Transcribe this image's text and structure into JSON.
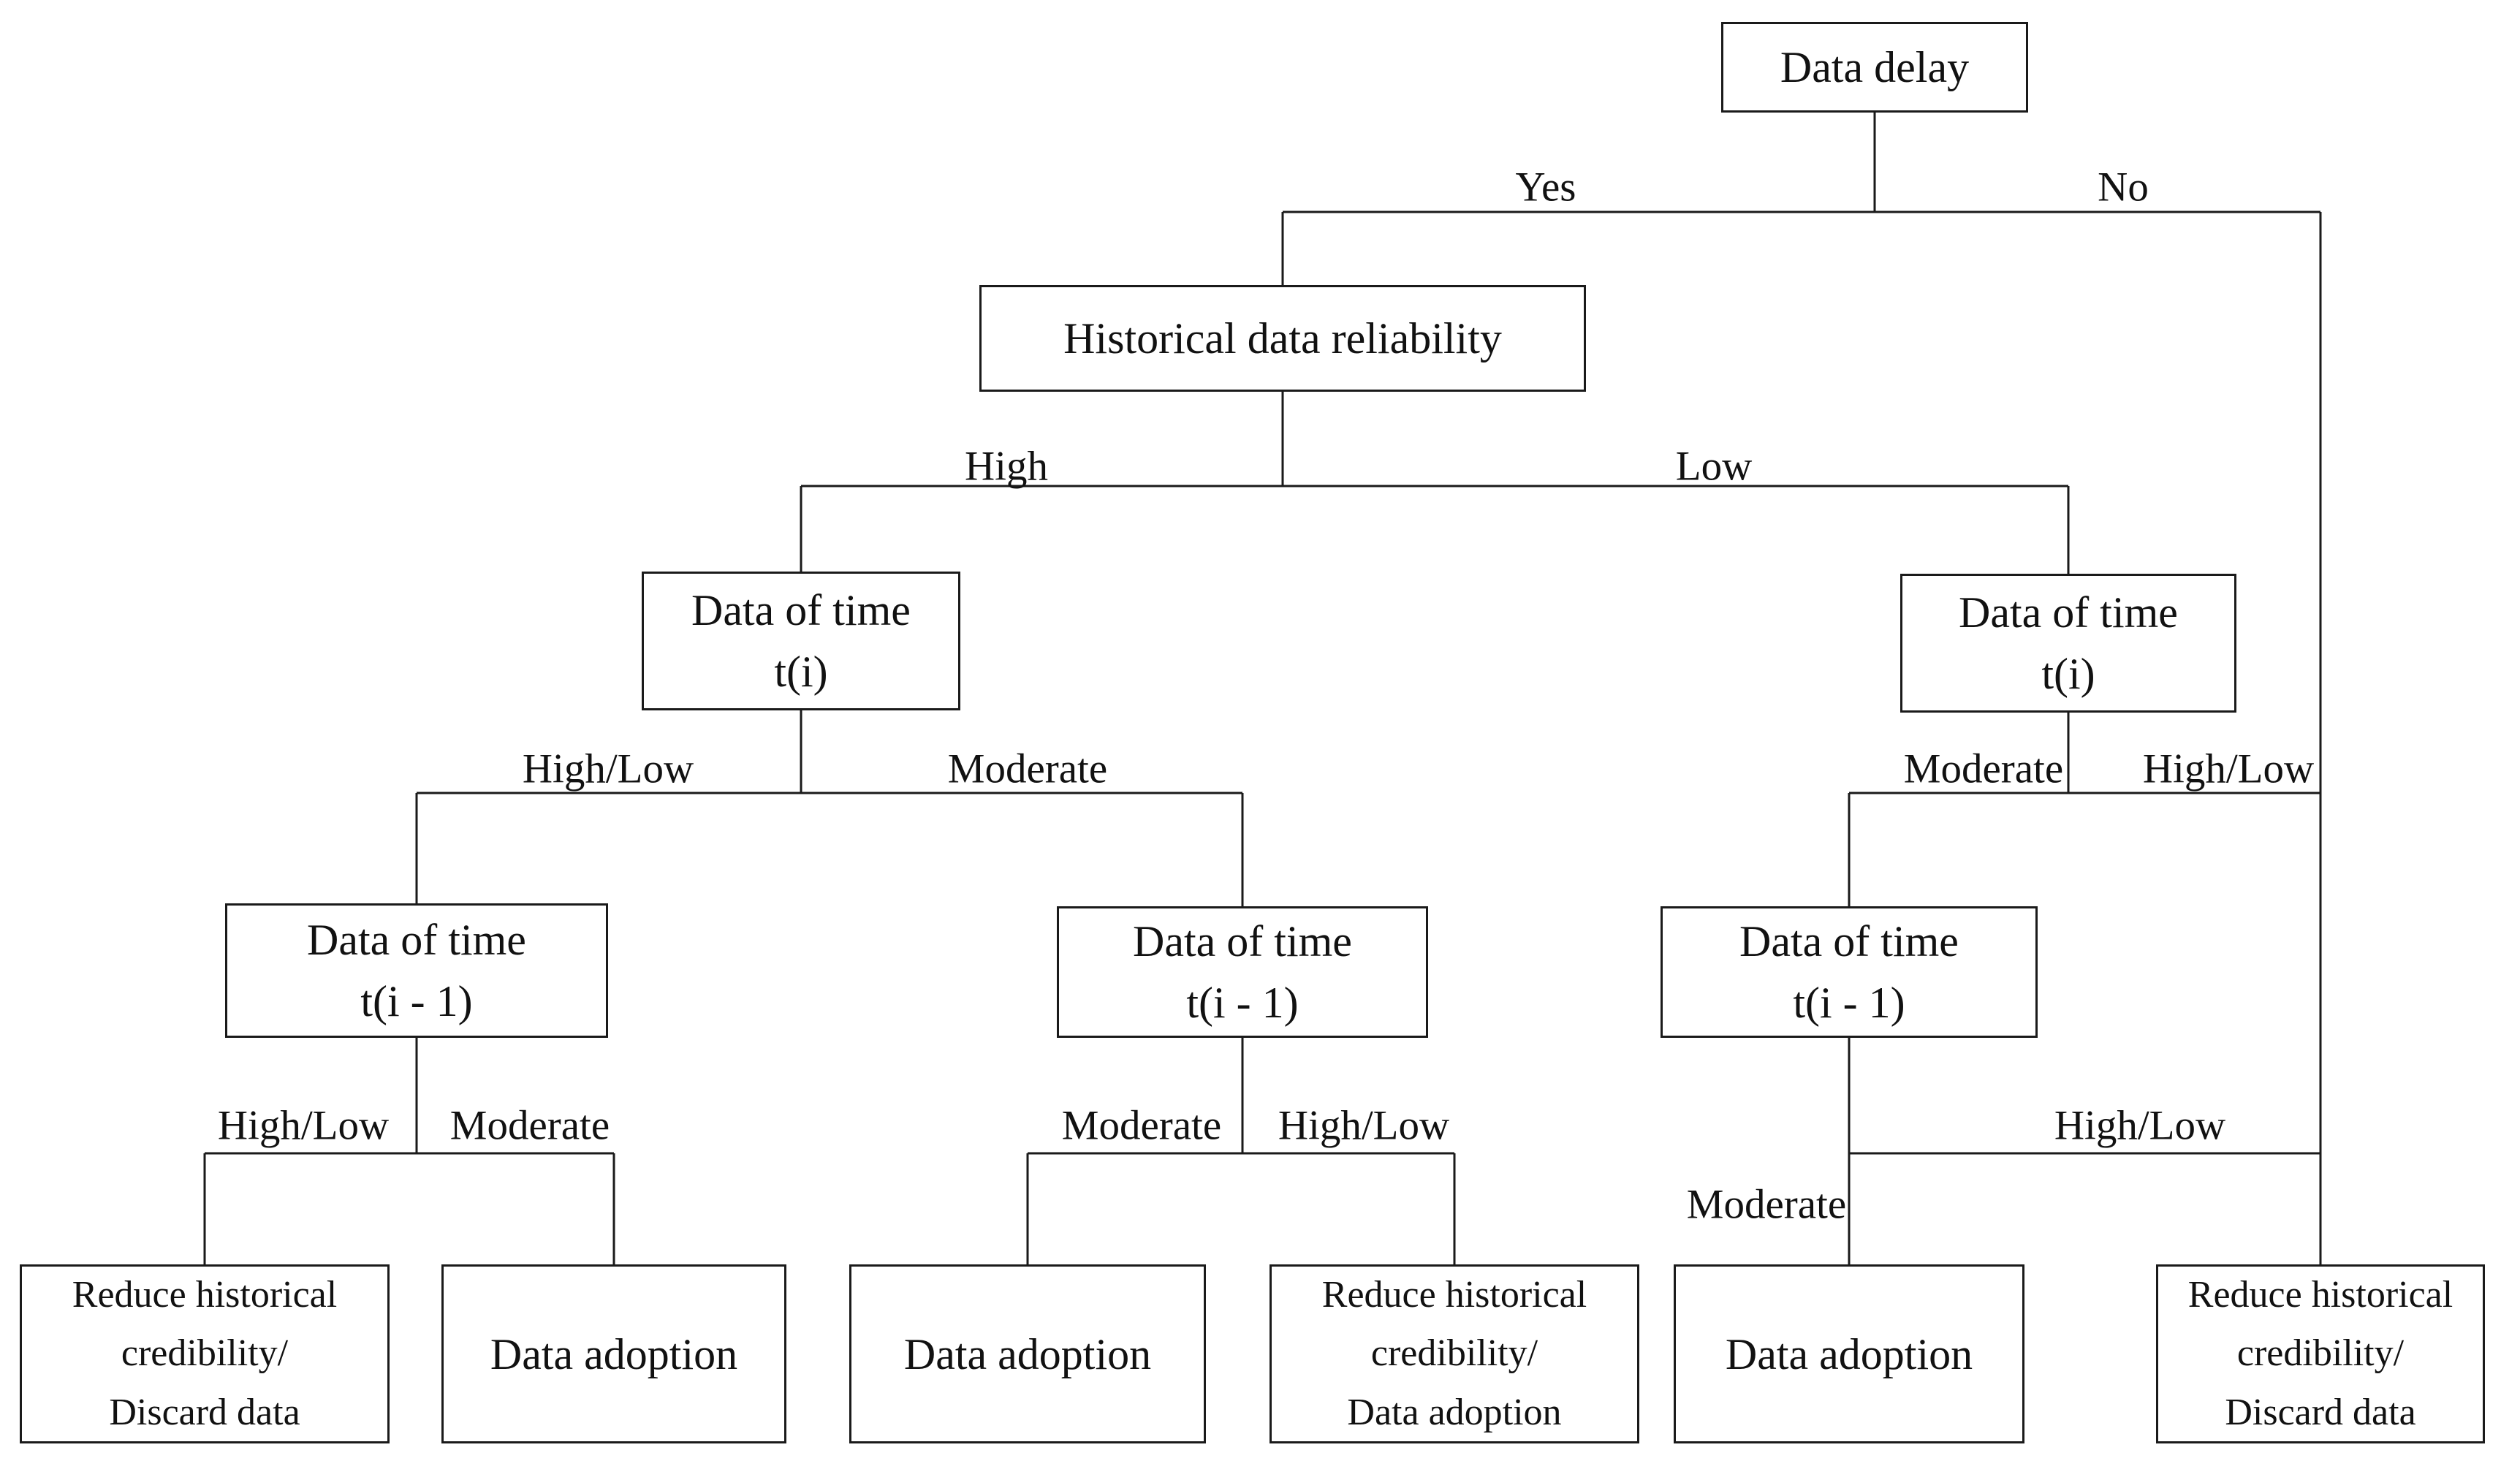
{
  "figure_type": "decision-tree flowchart",
  "colors": {
    "background": "#ffffff",
    "line": "#1a1a1a",
    "text": "#111111"
  },
  "nodes": {
    "data_delay": "Data delay",
    "historical_reliability": "Historical data reliability",
    "ti_high": "Data of time\nt(i)",
    "ti_low": "Data of time\nt(i)",
    "ti1_left": "Data of time\nt(i - 1)",
    "ti1_mid": "Data of time\nt(i - 1)",
    "ti1_right": "Data of time\nt(i - 1)",
    "leaf_reduce_discard_left": "Reduce historical\ncredibility/\nDiscard data",
    "leaf_adopt_left": "Data adoption",
    "leaf_adopt_mid": "Data adoption",
    "leaf_reduce_adopt": "Reduce historical\ncredibility/\nData adoption",
    "leaf_adopt_right": "Data adoption",
    "leaf_reduce_discard_right": "Reduce historical\ncredibility/\nDiscard data"
  },
  "edge_labels": {
    "yes": "Yes",
    "no": "No",
    "high": "High",
    "low": "Low",
    "ti_high_left": "High/Low",
    "ti_high_right": "Moderate",
    "ti_low_left": "Moderate",
    "ti_low_right": "High/Low",
    "ti1_left_left": "High/Low",
    "ti1_left_right": "Moderate",
    "ti1_mid_left": "Moderate",
    "ti1_mid_right": "High/Low",
    "ti1_right_down": "Moderate",
    "ti1_right_right": "High/Low"
  }
}
